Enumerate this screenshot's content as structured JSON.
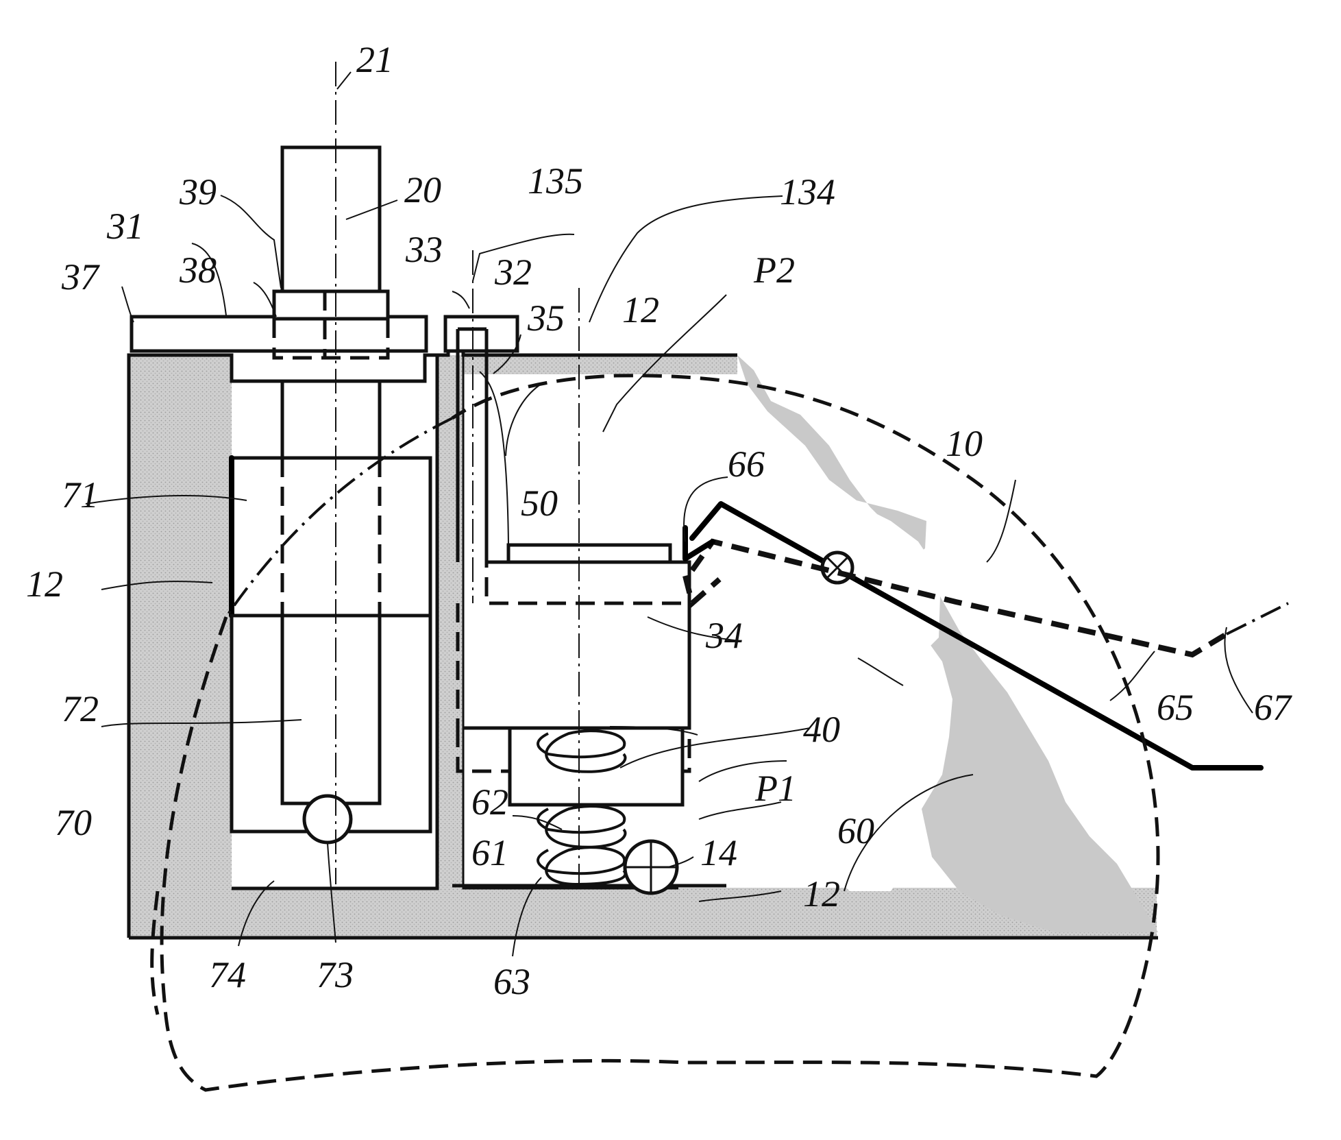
{
  "labels": {
    "l21": "21",
    "l20": "20",
    "l39": "39",
    "l135": "135",
    "l134": "134",
    "l31": "31",
    "l33": "33",
    "l32": "32",
    "l37": "37",
    "l38": "38",
    "l35": "35",
    "l12a": "12",
    "lP2": "P2",
    "l10": "10",
    "l66": "66",
    "l71": "71",
    "l50": "50",
    "l12b": "12",
    "l34": "34",
    "l72": "72",
    "l65": "65",
    "l67": "67",
    "l40": "40",
    "l62": "62",
    "lP1": "P1",
    "l70": "70",
    "l60": "60",
    "l61": "61",
    "l14": "14",
    "l12c": "12",
    "l74": "74",
    "l73": "73",
    "l63": "63"
  }
}
